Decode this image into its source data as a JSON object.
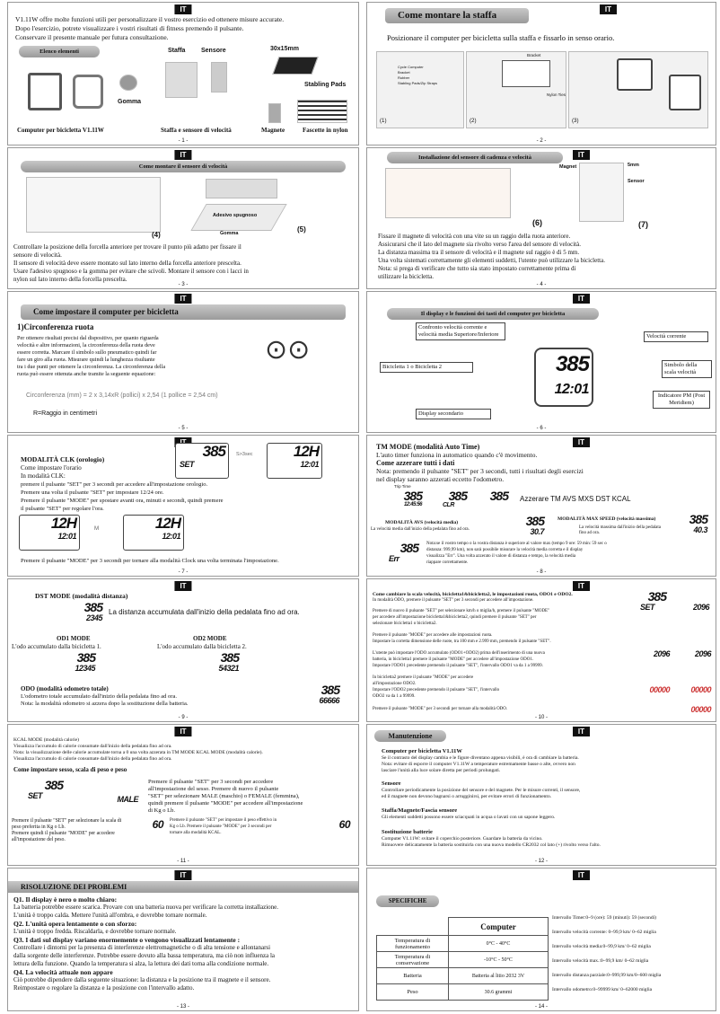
{
  "p1": {
    "it": "IT",
    "intro": [
      "V1.11W offre molte funzioni utili per personalizzare il vostro esercizio ed ottenere misure accurate.",
      "Dopo l'esercizio, potrete visualizzare i vostri risultati di fitness premendo il pulsante.",
      "Conservare il presente manuale per futura consultazione."
    ],
    "band": "Elenco elementi",
    "staffa": "Staffa",
    "sensore": "Sensore",
    "size": "30x15mm",
    "stabling": "Stabling Pads",
    "gomma": "Gomma",
    "computer": "Computer per bicicletta V1.11W",
    "staffa_sens": "Staffa e sensore di velocità",
    "magnete": "Magnete",
    "fascette": "Fascette in nylon",
    "page": "- 1 -"
  },
  "p2": {
    "it": "IT",
    "title": "Come montare la staffa",
    "sub": "Posizionare il computer per bicicletta sulla staffa e fissarlo in senso orario.",
    "bracket": "Bracket",
    "nylon": "Nylon Ties",
    "n1": "(1)",
    "n2": "(2)",
    "n3": "(3)",
    "page": "- 2 -",
    "parts": [
      "Cycle Computer",
      "Bracket",
      "Rubber",
      "Stabling Pads/Zip Straps"
    ]
  },
  "p3": {
    "it": "IT",
    "band": "Come montare il sensore di velocità",
    "adesivo": "Adesivo spugnoso",
    "gomma": "Gomma",
    "n4": "(4)",
    "n5": "(5)",
    "text": [
      "Controllare la posizione della forcella anteriore per trovare il punto più adatto per fissare il",
      "sensore di velocità.",
      "Il sensore di velocità deve essere montato sul lato interno della forcella anteriore prescelta.",
      "Usare l'adesivo spugnoso e la gomma per evitare che scivoli. Montare il sensore con i lacci in",
      "nylon sul lato interno della forcella prescelta."
    ],
    "page": "- 3 -"
  },
  "p4": {
    "it": "IT",
    "band": "Installazione del sensore di cadenza e velocità",
    "magnet": "Magnet",
    "mm": "5mm",
    "sensor": "Sensor",
    "n6": "(6)",
    "n7": "(7)",
    "text": [
      "Fissare il magnete di velocità con una vite su un raggio della ruota anteriore.",
      "Assicurarsi che il lato del magnete sia rivolto verso l'area del sensore di velocità.",
      "La distanza massima tra il sensore di velocità e il magnete sul raggio è di 5 mm.",
      "Una volta sistemati correttamente gli elementi suddetti, l'utente può utilizzare la bicicletta.",
      "Nota: si prega di verificare che tutto sia stato impostato correttamente prima di",
      "utilizzare la bicicletta."
    ],
    "page": "- 4 -"
  },
  "p5": {
    "it": "IT",
    "band": "Come impostare il computer per bicicletta",
    "heading": "1)Circonferenza ruota",
    "text": [
      "Per ottenere risultati precisi dal dispositivo, per quanto riguarda",
      "velocità e altre informazioni, la circonferenza della ruota deve",
      "essere corretta. Marcare il simbolo sullo pneumatico quindi far",
      "fare un giro alla ruota. Misurare quindi la lunghezza risultante",
      "tra i due punti per ottenere la circonferenza. La circonferenza della",
      "ruota può essere ottenuta anche tramite la seguente equazione:"
    ],
    "formula": "Circonferenza (mm) = 2 x 3,14xR (pollici) x 2,54 (1 pollice = 2,54 cm)",
    "r": "R=Raggio in centimetri",
    "page": "- 5 -"
  },
  "p6": {
    "it": "IT",
    "band": "Il display e le funzioni dei tasti del computer per bicicletta",
    "b1": "Confronto velocità corrente e velocità media Superiore/Inferiore",
    "b2": "Velocità corrente",
    "b3": "Bicicletta 1 o Bicicletta 2",
    "b4": "Simbolo della scala velocità",
    "b5": "Indicatore PM (Post Meridiem)",
    "b6": "Display secondario",
    "lcd_top": "385",
    "lcd_bot": "12:01",
    "page": "- 6 -"
  },
  "p7": {
    "it": "IT",
    "heading": "MODALITÀ CLK (orologio)",
    "text": [
      "Come impostare l'orario",
      "In modalità CLK:",
      "premere il pulsante \"SET\" per 3 secondi per accedere all'impostazione orologio.",
      "Premere una volta il pulsante \"SET\" per impostare 12/24 ore.",
      "Premere il pulsante \"MODE\" per spostare avanti ora, minuti e secondi, quindi premere",
      "il pulsante \"SET\" per regolare l'ora."
    ],
    "last": "Premere il pulsante \"MODE\" per 3 secondi per tornare alla modalità Clock una volta terminata l'impostazione.",
    "s3": "S>3sec",
    "m": "M",
    "lcd1": "385",
    "lcd1b": "SET",
    "lcd2": "12H",
    "lcd2b": "12:01",
    "page": "- 7 -"
  },
  "p8": {
    "it": "IT",
    "h1": "TM MODE (modalità Auto Time)",
    "l1": "L'auto timer funziona in automatico quando c'è movimento.",
    "h2": "Come azzerare tutti i dati",
    "l2": "Nota: premendo il pulsante \"SET\" per 3 secondi, tutti i risultati degli esercizi",
    "l3": "nel display saranno azzerati eccetto l'odometro.",
    "trip": "Trip Time",
    "azz": "Azzerare TM AVS MXS DST KCAL",
    "avs_h": "MODALITÀ AVS (velocità media)",
    "avs_t": "La velocità media dall'inizio della pedalata fino ad ora.",
    "mxs_h": "MODALITÀ MAX SPEED (velocità massima)",
    "mxs_t": "La velocità massima dall'inizio della pedalata fino ad ora.",
    "note": [
      "Nota:se il vostro tempo o la vostra distanza è superiore al valore max (tempo 9 ore: 59 min: 59 sec o",
      "distanza: 999,99 km), non sarà possibile misurare la velocità media corretta e il display",
      "visualizza \"Err\". Una volta azzerato il valore di distanza e tempo, la velocità media",
      "riappare correttamente."
    ],
    "err": "Err",
    "v1": "385",
    "v2": "12:45:56",
    "v3": "CLR",
    "v4": "30.7",
    "v5": "40.3",
    "page": "- 8 -"
  },
  "p9": {
    "it": "IT",
    "h1": "DST MODE (modalità distanza)",
    "t1": "La distanza accumulata dall'inizio della pedalata fino ad ora.",
    "od1": "OD1 MODE",
    "od1t": "L'odo accumulato dalla bicicletta 1.",
    "od2": "OD2 MODE",
    "od2t": "L'odo accumulato dalla bicicletta 2.",
    "odo": "ODO (modalità odometro totale)",
    "odot": "L'odometro totale accumulato dall'inizio della pedalata fino ad ora.",
    "odon": "Nota: la modalità odometro si azzera dopo la sostituzione della batteria.",
    "d1": "2345",
    "d2": "12345",
    "d3": "54321",
    "d4": "66666",
    "page": "- 9 -"
  },
  "p10": {
    "it": "IT",
    "lines": [
      "Come cambiare la scala velocità, bicicletta1&bicicletta2, le impostazioni ruota, ODO1 e ODO2.",
      "In modalità ODO, premere il pulsante \"SET\" per 3 secondi per accedere all'impostazione.",
      "Premere di nuovo il pulsante \"SET\" per selezionare km/h o miglia/h, premere il pulsante \"MODE\"",
      "per accedere all'impostazione bicicletta1&bicicletta2, quindi premere il pulsante \"SET\" per",
      "selezionare bicicletta1 o bicicletta2.",
      "Premere il pulsante \"MODE\" per accedere alle impostazioni ruota.",
      "Impostare la corretta dimensione delle ruote, tra 100 mm e 2.999 mm, premendo il pulsante \"SET\".",
      "L'utente può impostare l'ODO accumulato (ODO1+ODO2) prima dell'inserimento di una nuova",
      "batteria, in bicicletta1 premere il pulsante \"MODE\" per accedere all'impostazione ODO1.",
      "Impostare l'ODO1 precedente premendo il pulsante \"SET\", l'intervallo ODO1 va da 1 a 99999.",
      "In bicicletta2 premere il pulsante \"MODE\" per accedere",
      "all'impostazione ODO2.",
      "Impostare l'ODO2 precedente premendo il pulsante \"SET\", l'intervallo",
      "ODO2 va da 1 a 99999.",
      "Premere il pulsante \"MODE\" per 3 secondi per tornare alla modalità ODO."
    ],
    "v1": "385",
    "v2": "SET",
    "v3": "2096",
    "v4": "00000",
    "page": "- 10 -"
  },
  "p11": {
    "it": "IT",
    "l": [
      "KCAL MODE (modalità calorie)",
      "Visualizza l'accumulo di calorie consumate dall'inizio della pedalata fino ad ora.",
      "Nota: la visualizzazione delle calorie accumulate torna a 0 una volta azzerata in TM MODE KCAL MODE (modalità calorie).",
      "Visualizza l'accumulo di calorie consumate dall'inizio della pedalata fino ad ora."
    ],
    "h": "Come impostare sesso, scala di peso e peso",
    "t": [
      "Premere il pulsante \"SET\" per 3 secondi per accedere",
      "all'impostazione del sesso. Premere di nuovo il pulsante",
      "\"SET\" per selezionare MALE (maschio) o FEMALE (femmina),",
      "quindi premere il pulsante \"MODE\" per accedere all'impostazione",
      "di Kg o Lb."
    ],
    "b": [
      "Premere il pulsante \"SET\" per selezionare la scala di",
      "peso preferita in Kg o Lb.",
      "Premere quindi il pulsante \"MODE\" per accedere",
      "all'impostazione del peso."
    ],
    "c": [
      "Premere il pulsante \"SET\" per impostare il peso effettivo in",
      "Kg o Lb. Premere il pulsante \"MODE\" per 3 secondi per",
      "tornare alla modalità KCAL."
    ],
    "v1": "385",
    "v2": "SET",
    "v3": "MALE",
    "v4": "60",
    "page": "- 11 -"
  },
  "p12": {
    "it": "IT",
    "band": "Manutenzione",
    "h1": "Computer per bicicletta V1.11W",
    "t1": [
      "Se il contrasto del display cambia e le figure diventano appena visibili, è ora di cambiare la batteria.",
      "Nota: evitare di esporre il computer V1.11W a temperature estremamente basse o alte, ovvero non",
      "lasciare l'unità alla luce solare diretta per periodi prolungati."
    ],
    "h2": "Sensore",
    "t2": [
      "Controllare periodicamente la posizione del sensore e del magnete. Per le misure correnti, il sensore,",
      "ed il magnete non devono bagnarsi o arrugginirsi, per evitare errori di funzionamento."
    ],
    "h3": "Staffa/Magnete/Fascia sensore",
    "t3": "Gli elementi suddetti possono essere sciacquati in acqua o lavati con un sapone leggero.",
    "h4": "Sostituzione batterie",
    "t4": [
      "Computer V1.11W: svitare il coperchio posteriore. Guardare la batteria da vicino.",
      "Rimuovere delicatamente la batteria sostituirla con una nuova modello CR2032 col lato (+) rivolto verso l'alto."
    ],
    "page": "- 12 -"
  },
  "p13": {
    "it": "IT",
    "band": "RISOLUZIONE DEI PROBLEMI",
    "q": [
      {
        "q": "Q1. Il display è nero o molto chiaro:",
        "a": [
          "La batteria potrebbe essere scarica. Provare con una batteria nuova per verificare la corretta installazione.",
          "L'unità è troppo calda. Mettere l'unità all'ombra, e dovrebbe tornare normale."
        ]
      },
      {
        "q": "Q2. L'unità opera lentamente o con sforzo:",
        "a": [
          "L'unità è troppo fredda. Riscaldarla, e dovrebbe tornare normale."
        ]
      },
      {
        "q": "Q3. I dati sul display variano enormemente o vengono visualizzati lentamente :",
        "a": [
          "Controllare i dintorni per la presenza di interferenze elettromagnetiche o di alta tensione e allontanarsi",
          "dalla sorgente delle interferenze. Potrebbe essere dovuto alla bassa temperatura, ma ciò non influenza la",
          "lettura della funzione. Quando la temperatura si alza, la lettura dei dati torna alla condizione normale."
        ]
      },
      {
        "q": "Q4. La velocità attuale non appare",
        "a": [
          "Ciò potrebbe dipendere dalla seguente situazione: la distanza e la posizione tra il magnete e il sensore.",
          "Reimpostare o regolare la distanza e la posizione con l'intervallo adatto."
        ]
      }
    ],
    "page": "- 13 -"
  },
  "p14": {
    "it": "IT",
    "band": "SPECIFICHE",
    "col": "Computer",
    "rows": [
      [
        "Temperatura di funzionamento",
        "0°C - 40°C"
      ],
      [
        "Temperatura di conservazione",
        "-10°C - 50°C"
      ],
      [
        "Batteria",
        "Batteria al litio 2032 3V"
      ],
      [
        "Peso",
        "30.6 grammi"
      ]
    ],
    "right": [
      "Intervallo Timer:0~9 (ore): 59 (minuti): 59 (secondi)",
      "Intervallo velocità corrente: 0~99,9 km/ 0~62 miglia",
      "Intervallo velocità media:0~99,9 km/ 0~62 miglia",
      "Intervallo velocità max.:0~99,9 km/ 0~62 miglia",
      "Intervallo distanza parziale:0~999,99 km/0~600 miglia",
      "Intervallo odometro:0~99999 km/ 0~62000 miglia"
    ],
    "page": "- 14 -"
  }
}
